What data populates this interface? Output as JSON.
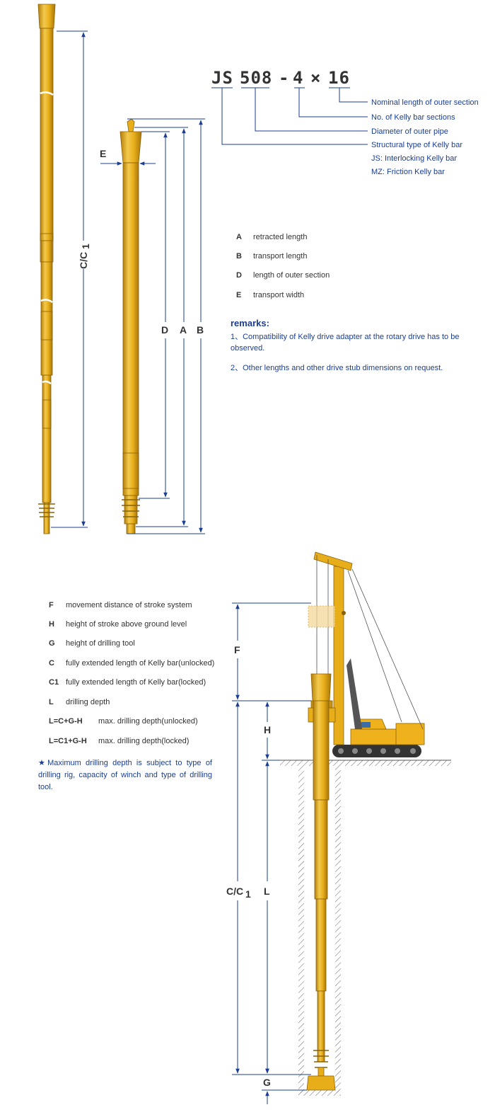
{
  "model_code": {
    "prefix": "JS",
    "diameter": "508",
    "dash": "-",
    "sections": "4",
    "times": "×",
    "length": "16"
  },
  "model_meanings": [
    "Nominal length of outer section",
    "No. of Kelly bar sections",
    "Diameter of outer pipe",
    "Structural type of Kelly bar",
    "JS:  Interlocking Kelly bar",
    "MZ:  Friction Kelly bar"
  ],
  "dimension_labels": {
    "c_c1": "C/C",
    "c1_sub": "1",
    "e": "E",
    "d": "D",
    "a": "A",
    "b": "B",
    "f": "F",
    "h": "H",
    "l": "L",
    "g": "G"
  },
  "legend_top": [
    {
      "key": "A",
      "desc": "retracted length"
    },
    {
      "key": "B",
      "desc": "transport length"
    },
    {
      "key": "D",
      "desc": "length of outer section"
    },
    {
      "key": "E",
      "desc": "transport width"
    }
  ],
  "remarks": {
    "title": "remarks:",
    "items": [
      "1、Compatibility of Kelly drive adapter at the rotary drive has to be observed.",
      "2、Other lengths and other drive stub dimensions on request."
    ]
  },
  "legend_bottom": [
    {
      "key": "F",
      "desc": "movement distance of stroke system"
    },
    {
      "key": "H",
      "desc": "height of stroke above ground level"
    },
    {
      "key": "G",
      "desc": "height of drilling tool"
    },
    {
      "key": "C",
      "desc": "fully extended length of Kelly bar(unlocked)"
    },
    {
      "key": "C1",
      "desc": "fully extended length of Kelly bar(locked)"
    },
    {
      "key": "L",
      "desc": "drilling depth"
    },
    {
      "key": "L=C+G-H",
      "desc": "max. drilling depth(unlocked)"
    },
    {
      "key": "L=C1+G-H",
      "desc": "max. drilling depth(locked)"
    }
  ],
  "note": "★Maximum drilling depth is subject to type of drilling rig, capacity of winch and type of drilling tool.",
  "colors": {
    "bar": "#e8ae1a",
    "bar_dark": "#b37f08",
    "bar_light": "#f7d36a",
    "dimension": "#1b3e93",
    "text": "#333333",
    "rig": "#f0b21c"
  }
}
